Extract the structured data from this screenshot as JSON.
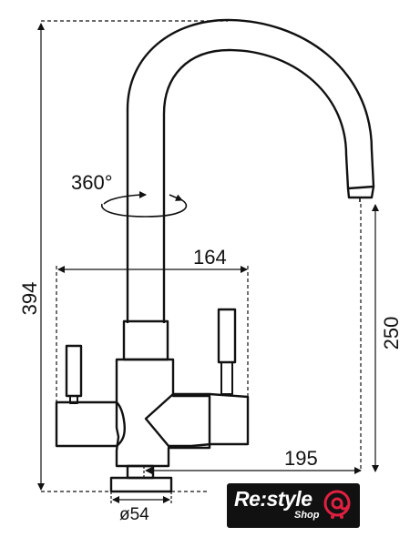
{
  "dimensions": {
    "total_height": "394",
    "rotation": "360°",
    "handle_span": "164",
    "spout_height": "250",
    "reach": "195",
    "base_diameter": "ø54"
  },
  "logo": {
    "main": "Re:style",
    "sub": "Shop",
    "colors": {
      "background": "#111111",
      "text": "#ffffff",
      "accent": "#e02040"
    }
  }
}
